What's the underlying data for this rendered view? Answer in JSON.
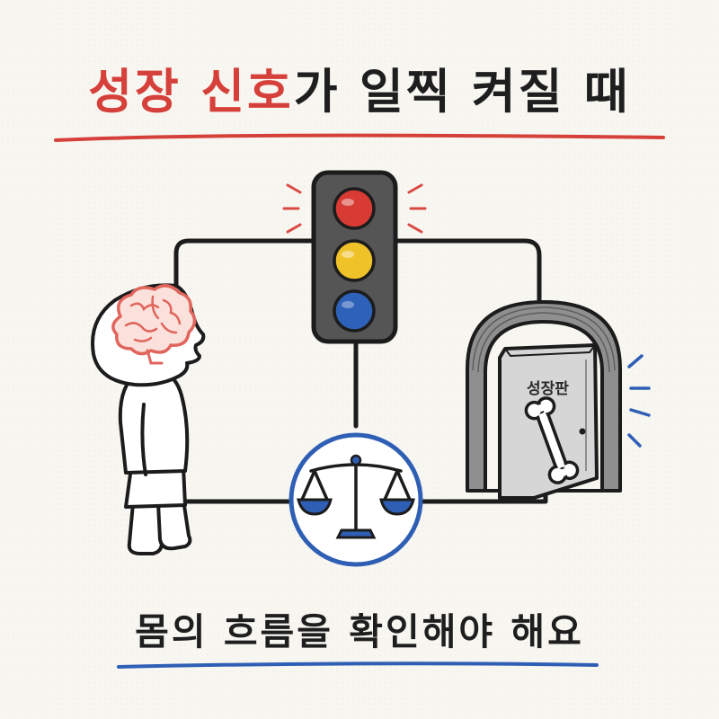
{
  "title": {
    "highlight": "성장 신호",
    "rest": "가 일찍 켜질 때"
  },
  "subtitle": "몸의 흐름을 확인해야 해요",
  "door_label": "성장판",
  "colors": {
    "title_highlight": "#d6403a",
    "title_underline": "#d6403a",
    "subtitle_underline": "#2f5fb5",
    "brain": "#e0655c",
    "light_red": "#d83a34",
    "light_yellow": "#f0c22a",
    "light_blue": "#2e62b8",
    "scale": "#2f5fb5",
    "signal_lines_left_right": "#d94a44",
    "signal_lines_door": "#2f5fb5"
  },
  "icons": [
    "child-figure",
    "brain-icon",
    "traffic-light-icon",
    "balance-scale-icon",
    "growth-plate-door-icon",
    "bone-icon"
  ]
}
